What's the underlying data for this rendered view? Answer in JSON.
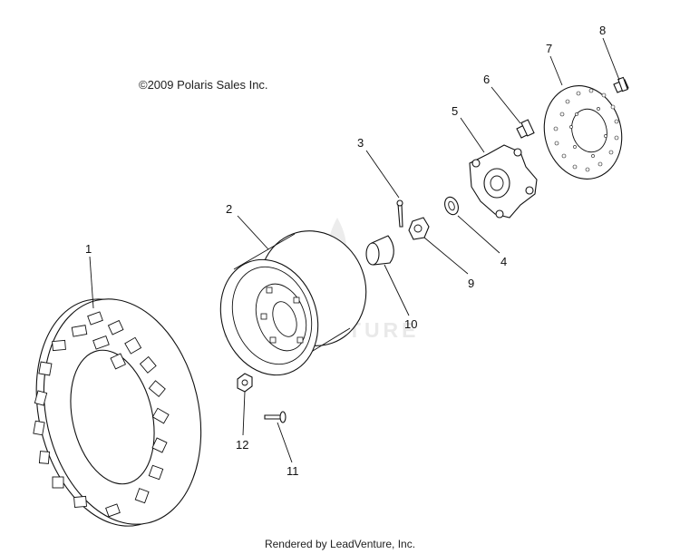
{
  "copyright": "©2009 Polaris Sales Inc.",
  "footer": "Rendered by LeadVenture, Inc.",
  "watermark": "LEADVENTURE",
  "callouts": [
    "1",
    "2",
    "3",
    "4",
    "5",
    "6",
    "7",
    "8",
    "9",
    "10",
    "11",
    "12"
  ]
}
